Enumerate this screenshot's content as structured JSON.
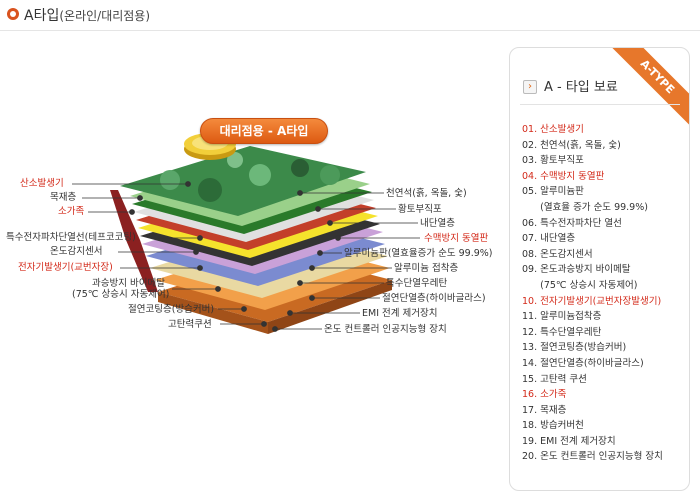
{
  "header": {
    "title": "A타입",
    "subtitle": "(온라인/대리점용)"
  },
  "badge": "대리점용 - A타입",
  "diagram": {
    "labels_left": [
      {
        "key": "smoke",
        "text": "산소발생기",
        "red": true
      },
      {
        "key": "wood",
        "text": "목재층",
        "red": false
      },
      {
        "key": "charcoal",
        "text": "소가족",
        "red": true
      },
      {
        "key": "emf",
        "text": "특수전자파차단열선(테프코코팅)",
        "red": false
      },
      {
        "key": "sensor",
        "text": "온도감지센서",
        "red": false
      },
      {
        "key": "far",
        "text": "전자기발생기(교번자장)",
        "red": true
      },
      {
        "key": "metal",
        "text": "과승방지 바이메탈",
        "red": false
      },
      {
        "key": "metal2",
        "text": "(75℃ 상승시 자동제어)",
        "red": false
      },
      {
        "key": "coating",
        "text": "절연코팅층(방습커버)",
        "red": false
      },
      {
        "key": "cushion",
        "text": "고탄력쿠션",
        "red": false
      }
    ],
    "labels_right": [
      {
        "key": "jade",
        "text": "천연석(흙, 옥돌, 숯)",
        "red": false
      },
      {
        "key": "loess",
        "text": "황토부직포",
        "red": false
      },
      {
        "key": "heatlayer",
        "text": "내단열층",
        "red": false
      },
      {
        "key": "water",
        "text": "수맥방지 동열판",
        "red": true
      },
      {
        "key": "alu",
        "text": "알루미늄판(열효율증가 순도 99.9%)",
        "red": false
      },
      {
        "key": "aluadh",
        "text": "알루미늄 접착층",
        "red": false
      },
      {
        "key": "urethane",
        "text": "특수단열우레탄",
        "red": false
      },
      {
        "key": "insul",
        "text": "절연단열층(하이바글라스)",
        "red": false
      },
      {
        "key": "emi",
        "text": "EMI 전계 제거장치",
        "red": false
      },
      {
        "key": "ctrl",
        "text": "온도 컨트롤러 인공지능형 장치",
        "red": false
      }
    ]
  },
  "right_panel": {
    "ribbon": "A-TYPE",
    "title": "A - 타입 보료",
    "items": [
      {
        "text": "01. 산소발생기",
        "red": true
      },
      {
        "text": "02. 천연석(흙, 옥돌, 숯)",
        "red": false
      },
      {
        "text": "03. 황토부직포",
        "red": false
      },
      {
        "text": "04. 수맥방지 동열판",
        "red": true
      },
      {
        "text": "05. 알루미늄판",
        "red": false
      },
      {
        "text": "      (열효율 증가 순도 99.9%)",
        "red": false
      },
      {
        "text": "06. 특수전자파차단 열선",
        "red": false
      },
      {
        "text": "07. 내단열층",
        "red": false
      },
      {
        "text": "08. 온도감지센서",
        "red": false
      },
      {
        "text": "09. 온도과승방지 바이메탈",
        "red": false
      },
      {
        "text": "      (75℃ 상승시 자동제어)",
        "red": false
      },
      {
        "text": "10. 전자기발생기(교번자장발생기)",
        "red": true
      },
      {
        "text": "11. 알루미늄접착층",
        "red": false
      },
      {
        "text": "12. 특수단열우레탄",
        "red": false
      },
      {
        "text": "13. 절연코팅층(방습커버)",
        "red": false
      },
      {
        "text": "14. 절연단열층(하이바글라스)",
        "red": false
      },
      {
        "text": "15. 고탄력 쿠션",
        "red": false
      },
      {
        "text": "16. 소가죽",
        "red": true
      },
      {
        "text": "17. 목재층",
        "red": false
      },
      {
        "text": "18. 방습커버천",
        "red": false
      },
      {
        "text": "19. EMI 전계 제거장치",
        "red": false
      },
      {
        "text": "20. 온도 컨트롤러 인공지능형 장치",
        "red": false
      }
    ]
  }
}
